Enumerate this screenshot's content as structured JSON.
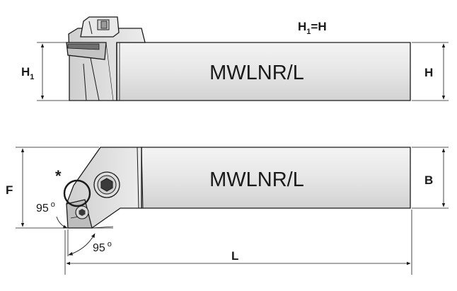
{
  "title_formula": {
    "main": "H",
    "sub": "1",
    "rest": "=H"
  },
  "top_view": {
    "model": "MWLNR/L",
    "dim_left": {
      "main": "H",
      "sub": "1"
    },
    "dim_right": "H"
  },
  "bottom_view": {
    "model": "MWLNR/L",
    "dim_left": "F",
    "dim_right": "B",
    "dim_length": "L",
    "asterisk": "*",
    "angle_upper": {
      "value": "95",
      "unit": "o"
    },
    "angle_lower": {
      "value": "95",
      "unit": "o"
    }
  }
}
